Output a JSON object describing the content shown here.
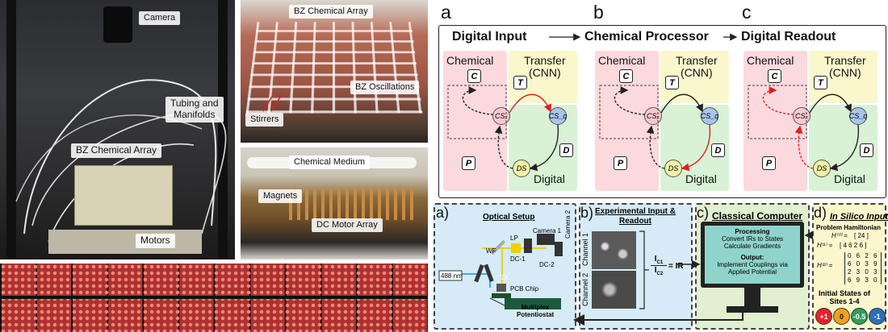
{
  "photos": {
    "setup": {
      "camera": "Camera",
      "tubing": "Tubing and\nManifolds",
      "array": "BZ Chemical Array",
      "motors": "Motors"
    },
    "array_top": {
      "title": "BZ Chemical Array",
      "oscillations": "BZ Oscillations",
      "stirrers": "Stirrers"
    },
    "motors_view": {
      "medium": "Chemical Medium",
      "magnets": "Magnets",
      "motor_array": "DC Motor Array"
    }
  },
  "letters": {
    "a": "a",
    "b": "b",
    "c": "c"
  },
  "pipeline": {
    "input": "Digital Input",
    "processor": "Chemical Processor",
    "readout": "Digital Readout"
  },
  "schematic": {
    "chemical": "Chemical",
    "transfer": "Transfer\n(CNN)",
    "digital": "Digital",
    "box_c": "C",
    "box_t": "T",
    "box_d": "D",
    "box_p": "P",
    "node_cs": "CSₓ",
    "node_cq": "CS_q",
    "node_ds": "DS"
  },
  "bottom": {
    "a": {
      "letter": "a)",
      "title": "Optical Setup",
      "camera1": "Camera 1",
      "camera2": "Camera 2",
      "lp": "LP",
      "wf": "WF",
      "dc1": "DC-1",
      "dc2": "DC-2",
      "laser": "488 nm",
      "lens": "1X",
      "chip": "PCB Chip",
      "potentiostat": "Multiplex\nPotentiostat"
    },
    "b": {
      "letter": "b)",
      "title": "Experimental Input &\nReadout",
      "ch1": "Channel 1",
      "ch2": "Channel 2",
      "i1": "I",
      "i1sub": "C1",
      "i2": "I",
      "i2sub": "C2",
      "ir": "= IR"
    },
    "c": {
      "letter": "c)",
      "title": "Classical Computer",
      "processing": "Processing",
      "proc_lines": "Convert IRs to States\nCalculate Gradients",
      "output": "Output:",
      "output_lines": "Implement Couplings via\nApplied Potential"
    },
    "d": {
      "letter": "d)",
      "title": "In Silico Input",
      "problem": "Problem Hamiltonian",
      "h0": "H⁽⁰⁾ =",
      "h0m": "[ 24 ]",
      "h1": "H⁽¹⁾ =",
      "h1m": "[ 4 6 2 6 ]",
      "h2": "H⁽²⁾ =",
      "h2m": "0 6 2 6\n6 0 3 9\n2 3 0 3\n6 9 3 0",
      "initial": "Initial States of\nSites 1-4",
      "states": [
        "+1",
        "0",
        "-0.5",
        "-1"
      ],
      "state_colors": [
        "#e8202c",
        "#f0a020",
        "#2f9e5a",
        "#2c6fb7"
      ]
    }
  }
}
